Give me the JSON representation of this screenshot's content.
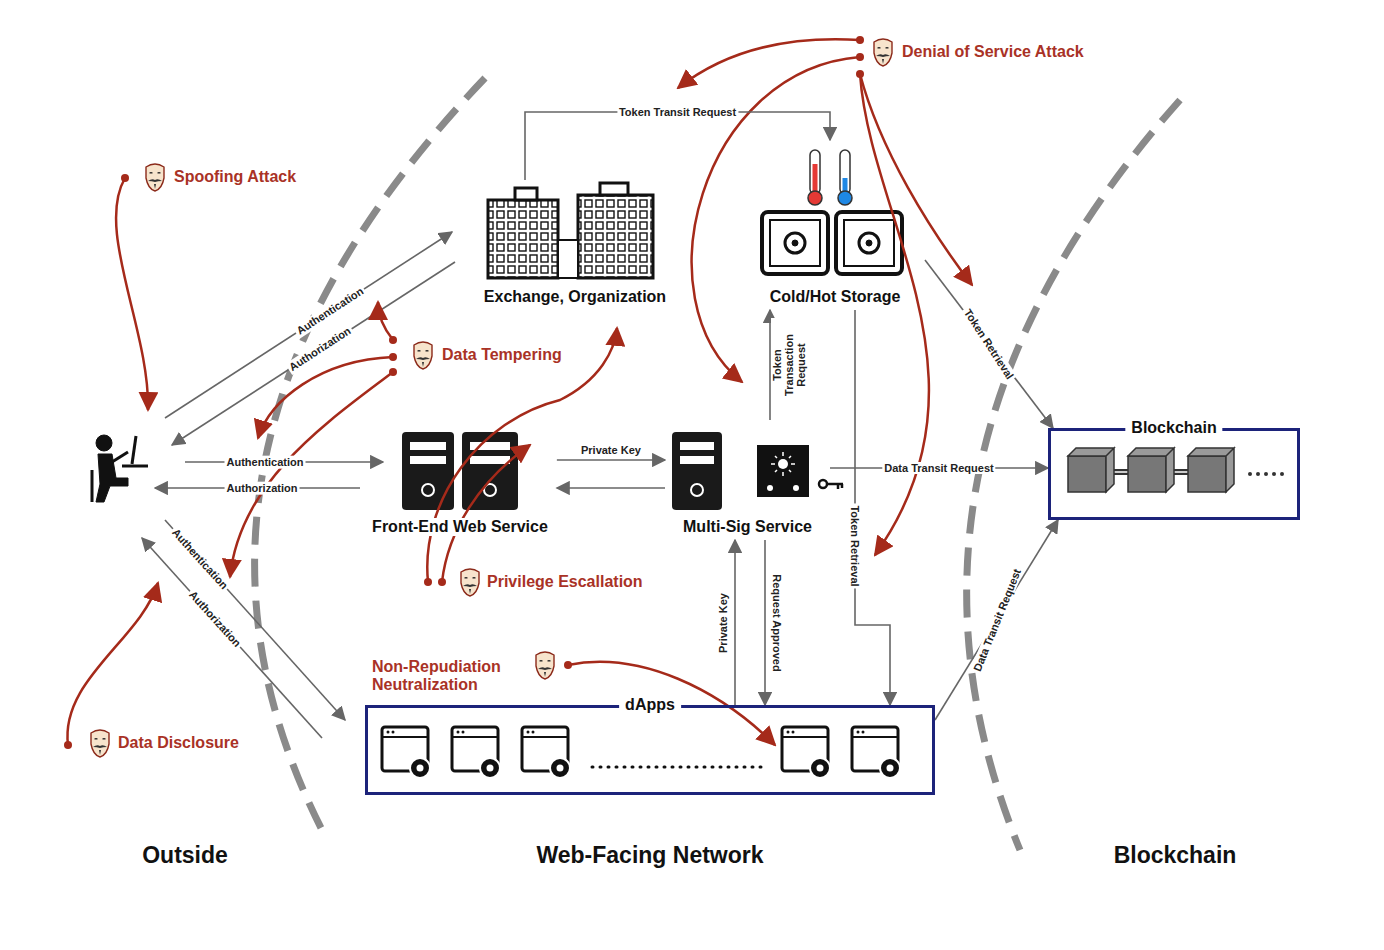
{
  "diagram": {
    "nodes": [
      {
        "text": [
          "Exchange, Organization"
        ]
      },
      {
        "text": [
          "Cold/Hot Storage"
        ]
      },
      {
        "text": [
          "Front-End Web Service"
        ]
      },
      {
        "text": [
          "Multi-Sig Service"
        ]
      },
      {
        "text": [
          "Blockchain"
        ]
      },
      {
        "text": [
          "dApps"
        ]
      }
    ],
    "edges": [
      {
        "from": 0,
        "to": 1,
        "label": "Token Transit Request",
        "arrow": "to"
      },
      {
        "from": 2,
        "to": 3,
        "label": "Private Key",
        "arrow": "to"
      },
      {
        "from": 3,
        "to": 2,
        "arrow": "to"
      },
      {
        "from": 3,
        "to": 1,
        "label": "Token Transaction Request",
        "arrow": "to"
      },
      {
        "from": 3,
        "to": 4,
        "label": "Data Transit Request",
        "arrow": "to"
      },
      {
        "from": 1,
        "to": 4,
        "label": "Token Retrieval",
        "arrow": "to"
      },
      {
        "from": 1,
        "to": 5,
        "label": "Token Retrieval",
        "arrow": "to"
      },
      {
        "from": 5,
        "to": 3,
        "label": "Private Key",
        "arrow": "to"
      },
      {
        "from": 3,
        "to": 5,
        "label": "Request Approved",
        "arrow": "to"
      },
      {
        "from": 5,
        "to": 4,
        "label": "Data Transit Request",
        "arrow": "to"
      }
    ],
    "labels": [
      "Denial of Service Attack",
      "Spoofing Attack",
      "Data Tempering",
      "Privilege Escallation",
      "Non-Repudiation Neutralization",
      "Data Disclosure",
      "Authentication",
      "Authorization",
      "Authentication",
      "Authorization",
      "Authentication",
      "Authorization",
      "Outside",
      "Web-Facing Network",
      "Blockchain"
    ]
  }
}
